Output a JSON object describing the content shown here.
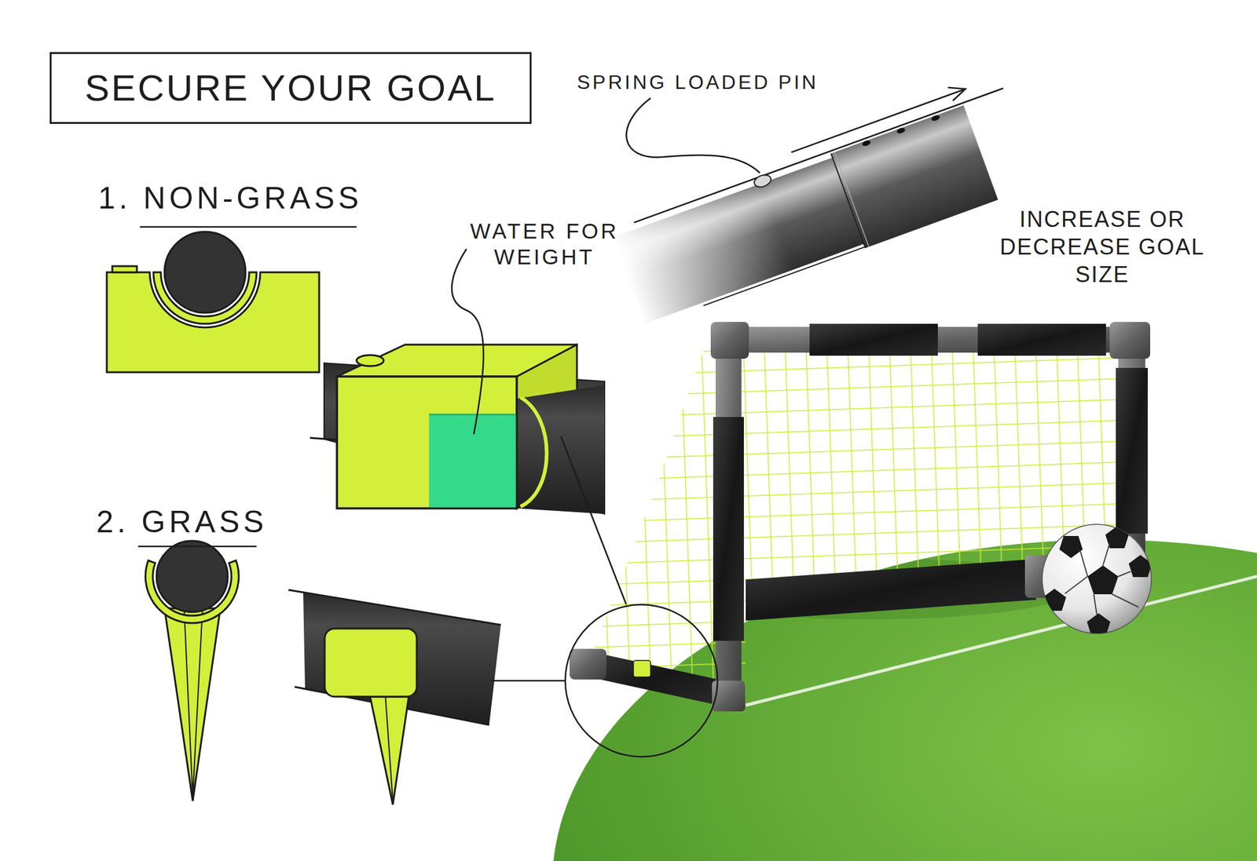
{
  "diagram": {
    "title": "SECURE YOUR GOAL",
    "labels": [
      "1. NON-GRASS",
      "WATER FOR WEIGHT",
      "2. GRASS",
      "SPRING LOADED PIN",
      "INCREASE OR DECREASE GOAL SIZE"
    ]
  }
}
